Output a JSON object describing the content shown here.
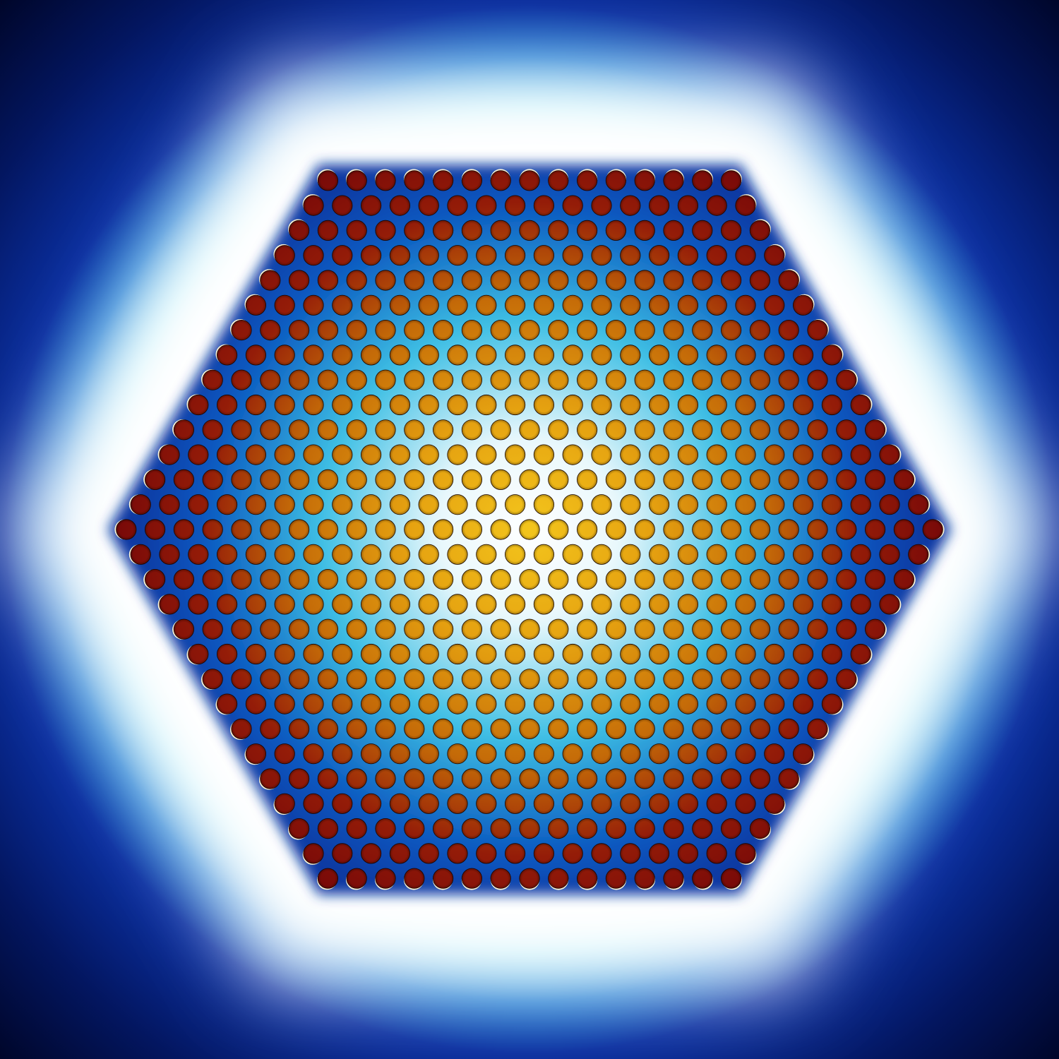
{
  "image": {
    "subject": "hexagonal-pin-lattice-field-map",
    "lattice": "hexagonal",
    "rings": 14,
    "pins_per_edge": 15,
    "colormap": {
      "background_far": "#00062a",
      "background_mid": "#0a2fa0",
      "halo": "#ffffff",
      "halo_cyan": "#69d6f0",
      "field_center": "#ffffff",
      "field_mid": "#3ebfe4",
      "field_edge": "#0a3ea8",
      "pin_center": "#f0bf18",
      "pin_mid": "#c46a08",
      "pin_edge": "#7a0a08",
      "pin_rim_highlight": "#fff6d8",
      "pin_outline": "#1a0500"
    }
  }
}
